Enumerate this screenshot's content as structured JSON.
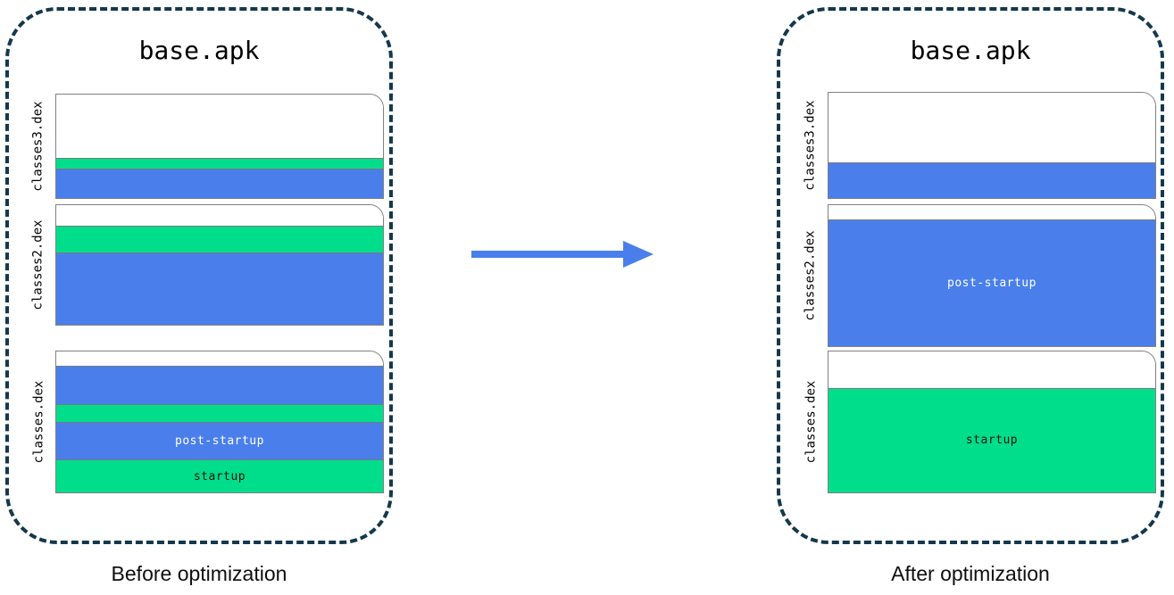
{
  "diagram": {
    "title_before": "Before optimization",
    "title_after": "After optimization",
    "arrow": "right-arrow",
    "colors": {
      "startup": "#00de8c",
      "post_startup": "#4a7feb",
      "unused": "#ffffff",
      "panel_border": "#14384c",
      "arrow": "#4a7feb",
      "file_outline": "#808080"
    },
    "legend_terms": {
      "startup": "startup",
      "post_startup": "post-startup"
    }
  },
  "panels": [
    {
      "id": "before",
      "apk_name": "base.apk",
      "caption": "Before optimization",
      "dex_files": [
        {
          "label": "classes3.dex",
          "segments": [
            {
              "kind": "unused",
              "text": "",
              "weight": 66
            },
            {
              "kind": "startup",
              "text": "",
              "weight": 11
            },
            {
              "kind": "post-startup",
              "text": "",
              "weight": 31
            }
          ]
        },
        {
          "label": "classes2.dex",
          "segments": [
            {
              "kind": "unused",
              "text": "",
              "weight": 23
            },
            {
              "kind": "startup",
              "text": "",
              "weight": 31
            },
            {
              "kind": "post-startup",
              "text": "",
              "weight": 82
            }
          ]
        },
        {
          "label": "classes.dex",
          "segments": [
            {
              "kind": "unused",
              "text": "",
              "weight": 16
            },
            {
              "kind": "post-startup",
              "text": "",
              "weight": 44
            },
            {
              "kind": "startup",
              "text": "",
              "weight": 20
            },
            {
              "kind": "post-startup",
              "text": "post-startup",
              "weight": 43
            },
            {
              "kind": "startup",
              "text": "startup",
              "weight": 37
            }
          ]
        }
      ]
    },
    {
      "id": "after",
      "apk_name": "base.apk",
      "caption": "After optimization",
      "dex_files": [
        {
          "label": "classes3.dex",
          "segments": [
            {
              "kind": "unused",
              "text": "",
              "weight": 79
            },
            {
              "kind": "post-startup",
              "text": "",
              "weight": 40
            }
          ]
        },
        {
          "label": "classes2.dex",
          "segments": [
            {
              "kind": "unused",
              "text": "",
              "weight": 16
            },
            {
              "kind": "post-startup",
              "text": "post-startup",
              "weight": 143
            }
          ]
        },
        {
          "label": "classes.dex",
          "segments": [
            {
              "kind": "unused",
              "text": "",
              "weight": 41
            },
            {
              "kind": "startup",
              "text": "startup",
              "weight": 118
            }
          ]
        }
      ]
    }
  ]
}
